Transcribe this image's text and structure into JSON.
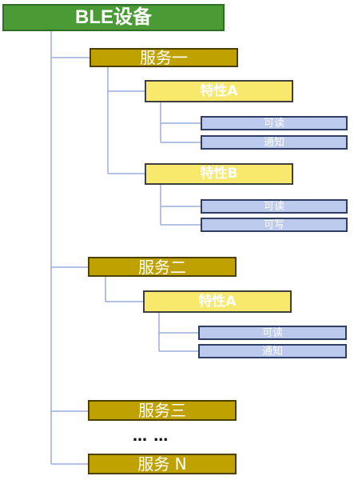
{
  "root": {
    "label": "BLE设备"
  },
  "services": [
    {
      "label": "服务一",
      "characteristics": [
        {
          "label": "特性A",
          "properties": [
            "可读",
            "通知"
          ]
        },
        {
          "label": "特性B",
          "properties": [
            "可读",
            "可写"
          ]
        }
      ]
    },
    {
      "label": "服务二",
      "characteristics": [
        {
          "label": "特性A",
          "properties": [
            "可读",
            "通知"
          ]
        }
      ]
    },
    {
      "label": "服务三",
      "characteristics": []
    },
    {
      "label": "服务 N",
      "characteristics": []
    }
  ],
  "ellipsis": "… …",
  "colors": {
    "root_fill": "#4a9a36",
    "service_fill": "#bfa100",
    "characteristic_fill": "#f8e86c",
    "property_fill": "#bccaee",
    "connector": "#9aaedc"
  }
}
